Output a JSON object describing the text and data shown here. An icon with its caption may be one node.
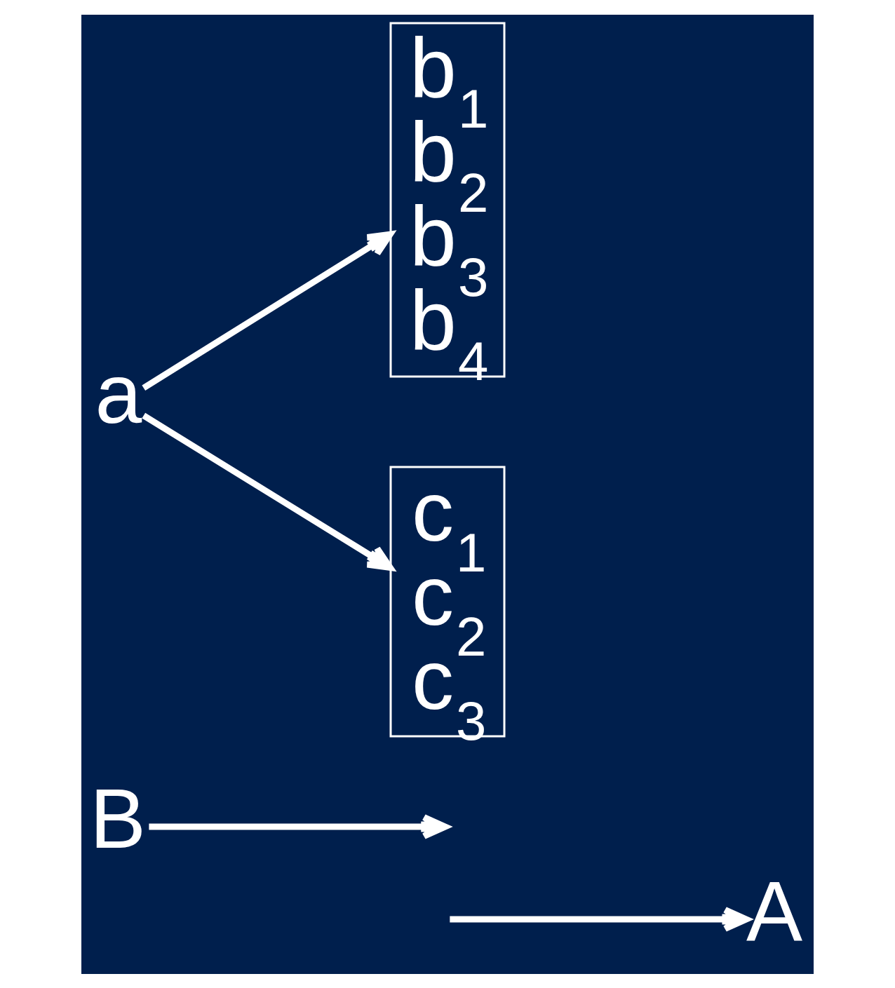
{
  "diagram": {
    "nodes": [
      {
        "text": [
          "B"
        ]
      },
      {
        "text": [
          "A"
        ]
      },
      {
        "text": [
          "a"
        ]
      },
      {
        "text": [
          "b$_{1}$",
          "b$_{2}$",
          "b$_{3}$",
          "b$_{4}$"
        ]
      },
      {
        "text": [
          "c$_{1}$",
          "c$_{2}$",
          "c$_{3}$"
        ]
      }
    ],
    "edges": [
      {
        "from": 0,
        "to": null,
        "arrow": "to"
      },
      {
        "from": null,
        "to": 1,
        "arrow": "to"
      },
      {
        "from": 2,
        "to": 3,
        "arrow": "to"
      },
      {
        "from": 2,
        "to": 4,
        "arrow": "to"
      }
    ]
  }
}
